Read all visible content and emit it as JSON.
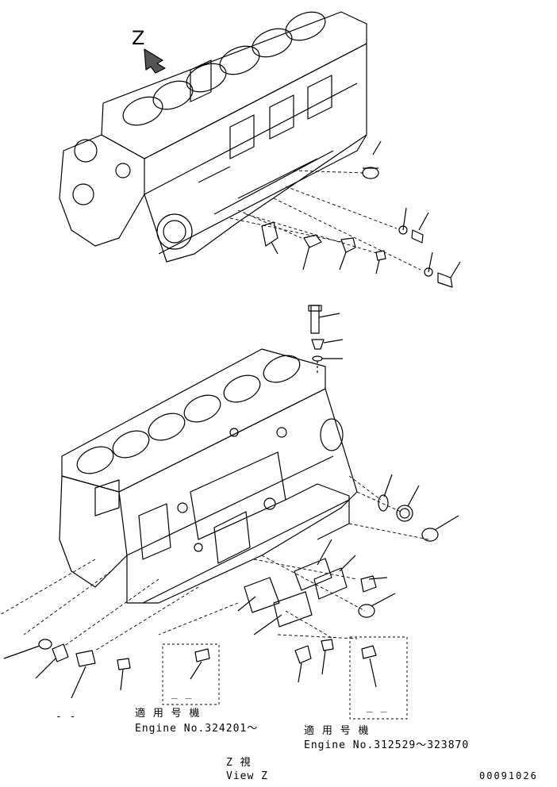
{
  "view_marker": "Z",
  "upper_group": {
    "jp_label": "適 用 号 機",
    "engine_label": "Engine No.324201～"
  },
  "lower_group": {
    "jp_label": "適 用 号 機",
    "engine_label": "Engine No.312529～323870"
  },
  "view_caption": {
    "jp": "Z  視",
    "en": "View Z"
  },
  "inset_left_dashes": "_ _",
  "inset_right_dashes": "_ _",
  "bottom_dashes": "- -",
  "drawing_number": "00091026"
}
